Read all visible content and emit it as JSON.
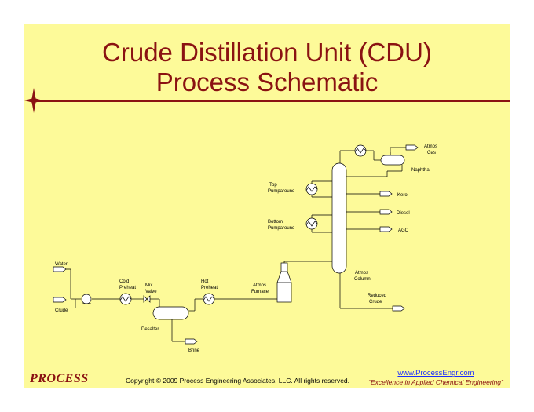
{
  "title": {
    "line1": "Crude Distillation Unit (CDU)",
    "line2": "Process Schematic"
  },
  "labels": {
    "water": "Water",
    "crude": "Crude",
    "cold_preheat_1": "Cold",
    "cold_preheat_2": "Preheat",
    "mix_valve_1": "Mix",
    "mix_valve_2": "Valve",
    "desalter": "Desalter",
    "brine": "Brine",
    "hot_preheat_1": "Hot",
    "hot_preheat_2": "Preheat",
    "atmos_furnace_1": "Atmos",
    "atmos_furnace_2": "Furnace",
    "atmos_column_1": "Atmos",
    "atmos_column_2": "Column",
    "reduced_crude_1": "Reduced",
    "reduced_crude_2": "Crude",
    "top_pa_1": "Top",
    "top_pa_2": "Pumparound",
    "bottom_pa_1": "Bottom",
    "bottom_pa_2": "Pumparound",
    "atmos_gas_1": "Atmos",
    "atmos_gas_2": "Gas",
    "naphtha": "Naphtha",
    "kero": "Kero",
    "diesel": "Diesel",
    "ago": "AGO"
  },
  "footer": {
    "logo": "PROCESS",
    "copyright": "Copyright © 2009 Process Engineering Associates, LLC. All rights reserved.",
    "url": "www.ProcessEngr.com",
    "tagline": "“Excellence in Applied Chemical Engineering”"
  },
  "colors": {
    "accent": "#8a1212",
    "background": "#fdfa99",
    "link": "#1a2cff"
  }
}
